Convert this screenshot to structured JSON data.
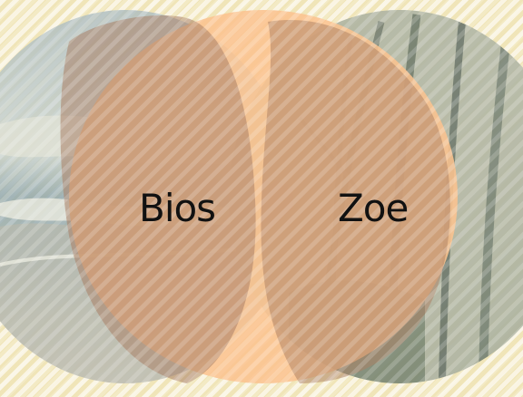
{
  "diagram": {
    "left_label": "Bios",
    "right_label": "Zoe"
  },
  "colors": {
    "background": "#f3e8c2",
    "left_circle_tint": "#9bb3b5",
    "middle_circle": "#fbc38f",
    "right_circle_tint": "#a8b49b",
    "overlap_left": "#b18a72",
    "overlap_right": "#b78c6e",
    "text": "#111111"
  },
  "icons": {
    "left_photo": "ocean-waves-image",
    "right_photo": "forest-image"
  }
}
